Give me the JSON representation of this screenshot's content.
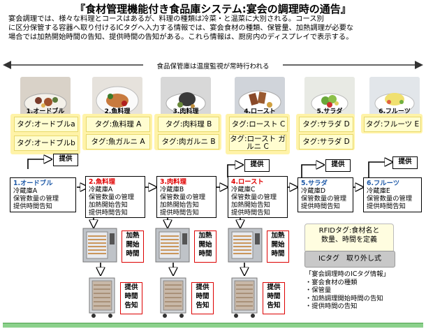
{
  "title": "『食材管理機能付き食品庫システム:宴会の調理時の通告』",
  "intro": [
    "宴会調理では、様々な料理とコースはあるが、料理の種類は冷菜・と温菜に大別される。コース別",
    "に区分保管する容器へ取り付けるICタグへ入力する情報では、宴会食材の種類、保管量、加熱調理が必要な",
    "場合では加熱開始時間の告知、提供時間の告知がある。これら情報は、厨房内のディスプレイで表示する。"
  ],
  "band_label": "食品保管庫は温度監視が常時行われる",
  "categories": [
    {
      "label": "1.オードブル",
      "tags": [
        "タグ:オードブルa",
        "タグ:オードブルb"
      ]
    },
    {
      "label": "2.魚料理",
      "tags": [
        "タグ:魚料理 A",
        "タグ:魚ガルニ A"
      ]
    },
    {
      "label": "3.肉料理",
      "tags": [
        "タグ:肉料理 B",
        "タグ:肉ガルニ B"
      ]
    },
    {
      "label": "4.ロースト",
      "tags": [
        "タグ:ロースト C",
        "タグ:ロースト ガルニ C"
      ]
    },
    {
      "label": "5.サラダ",
      "tags": [
        "タグ:サラダ D",
        "タグ:サラダ D"
      ]
    },
    {
      "label": "6.フルーツ",
      "tags": [
        "タグ:フルーツ E"
      ]
    }
  ],
  "steps": [
    {
      "title": "1.オードブル",
      "lines": [
        "冷蔵庫A",
        "保管数量の管理",
        "提供時間告知"
      ]
    },
    {
      "title": "2.魚料理",
      "lines": [
        "冷蔵庫A",
        "保管数量の管理",
        "加熱開始告知",
        "提供時間告知"
      ]
    },
    {
      "title": "3.肉料理",
      "lines": [
        "冷蔵庫B",
        "保管数量の管理",
        "加熱開始告知",
        "提供時間告知"
      ]
    },
    {
      "title": "4.ロースト",
      "lines": [
        "冷蔵庫C",
        "保管数量の管理",
        "加熱開始告知",
        "提供時間告知"
      ]
    },
    {
      "title": "5.サラダ",
      "lines": [
        "冷蔵庫D",
        "保管数量の管理",
        "提供時間告知"
      ]
    },
    {
      "title": "6.フルーツ",
      "lines": [
        "冷蔵庫E",
        "保管数量の管理",
        "提供時間告知"
      ]
    }
  ],
  "teikyo": "提供",
  "heat_label": [
    "加熱",
    "開始",
    "時間"
  ],
  "serve_label": [
    "提供",
    "時間",
    "告知"
  ],
  "rfid": {
    "line1": "RFIDタグ:食材名と",
    "line2": "数量、時間を定義",
    "sub": "ICタグ　取り外し式"
  },
  "info": {
    "heading": "「宴会調理時のICタグ情報」",
    "items": [
      "・宴会食材の種類",
      "・保管量",
      "・加熱調理開始時間の告知",
      "・提供時間の告知"
    ]
  }
}
